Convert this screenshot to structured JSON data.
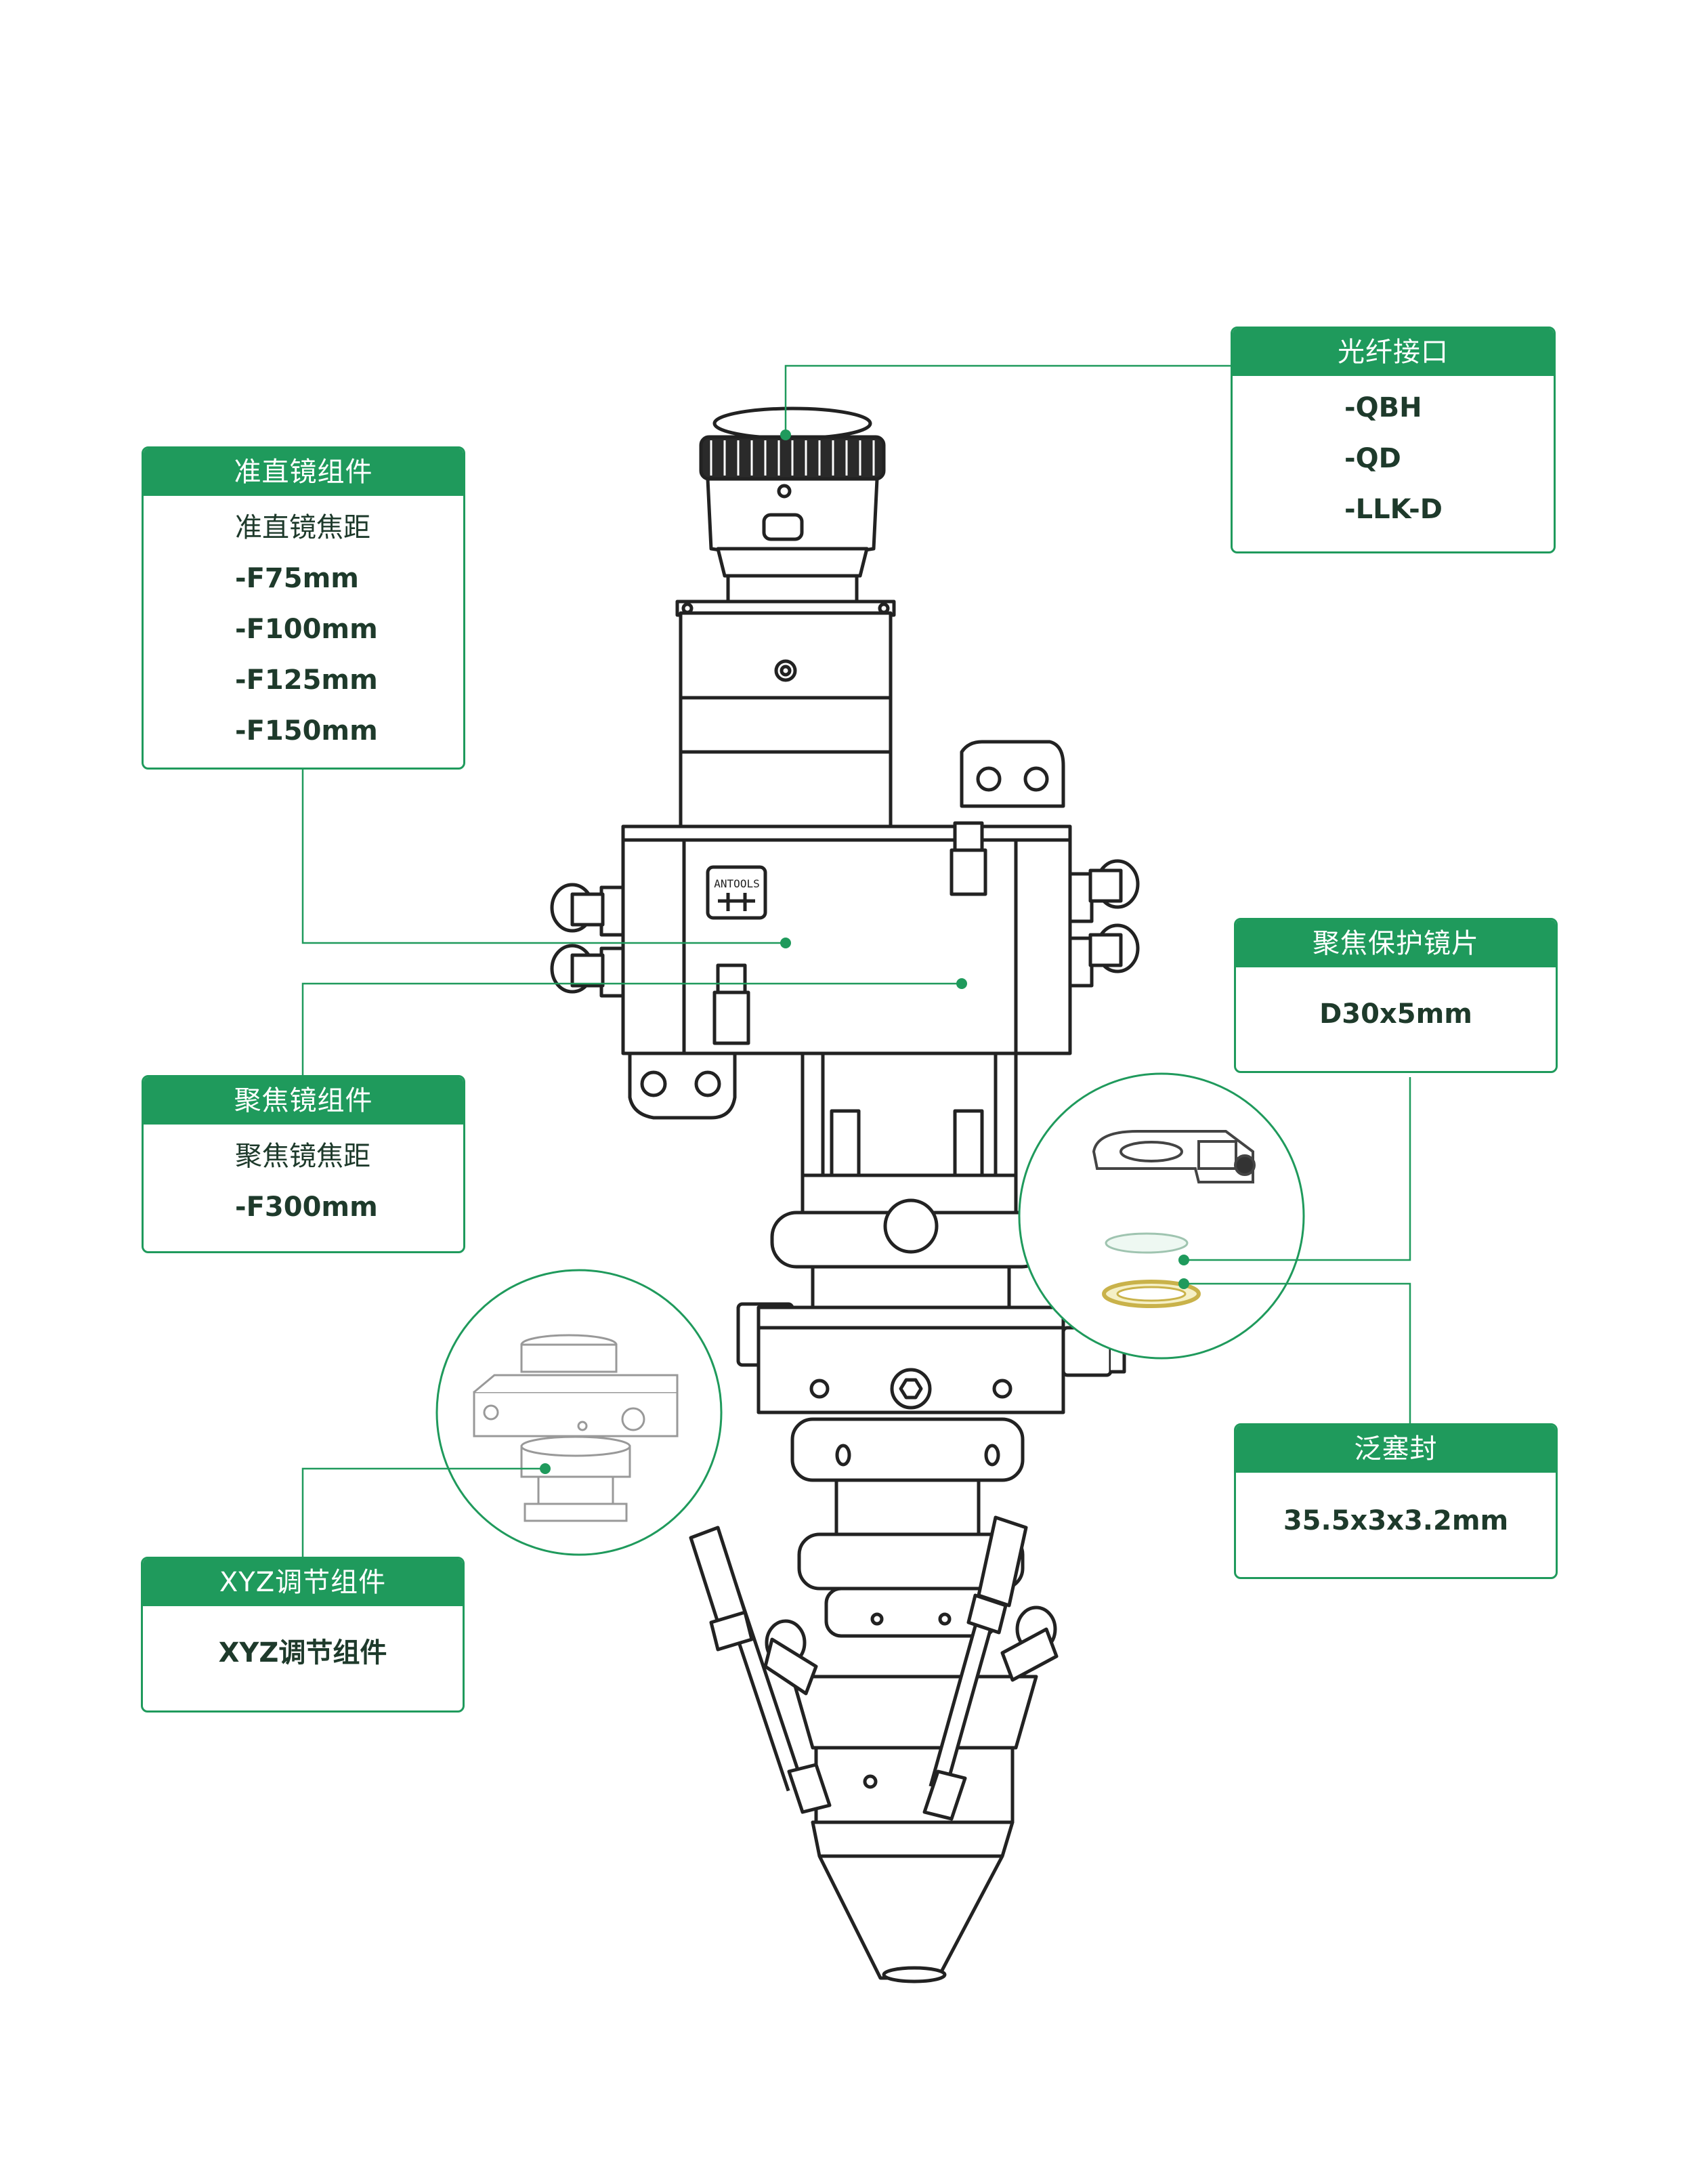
{
  "colors": {
    "accent": "#1f9a5c",
    "line": "#1f9a5c",
    "text": "#1e3a2b",
    "drawing": "#222222"
  },
  "brand_mark": "ANTOOLS",
  "callouts": {
    "fiber_interface": {
      "title": "光纤接口",
      "items": [
        "-QBH",
        "-QD",
        "-LLK-D"
      ]
    },
    "collimator": {
      "title": "准直镜组件",
      "items": [
        "准直镜焦距",
        "-F75mm",
        "-F100mm",
        "-F125mm",
        "-F150mm"
      ]
    },
    "focus_lens": {
      "title": "聚焦镜组件",
      "items": [
        "聚焦镜焦距",
        "-F300mm"
      ]
    },
    "protective_window": {
      "title": "聚焦保护镜片",
      "items": [
        "D30x5mm"
      ]
    },
    "seal": {
      "title": "泛塞封",
      "items": [
        "35.5x3x3.2mm"
      ]
    },
    "xyz_adjust": {
      "title": "XYZ调节组件",
      "items": [
        "XYZ调节组件"
      ]
    }
  }
}
